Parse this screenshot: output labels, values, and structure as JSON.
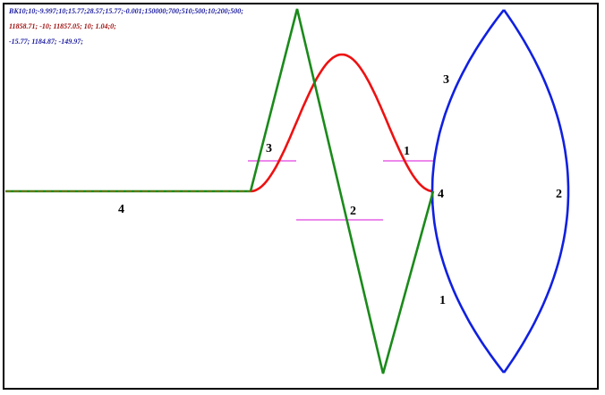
{
  "colors": {
    "header_line1": "#1a1aa0",
    "header_line2": "#a01010",
    "header_line3": "#1a1aa0",
    "red_curve": "#ee1111",
    "green_curve": "#1a8a1a",
    "blue_curve": "#1020e0",
    "magenta_lines": "#e040e0",
    "dashed_axis": "#8a6a10"
  },
  "header": {
    "line1": "BK10;10;-9.997;10;15.77;28.57;15.77;-0.001;150000;700;510;500;10;200;500;",
    "line2": "11858.71; -10; 11857.05; 10; 1.04;0;",
    "line3": "-15.77; 1184.87; -149.97;"
  },
  "labels": {
    "baseline": "4",
    "left_peak": "3",
    "middle": "2",
    "right_flank": "1",
    "lens_left": "4",
    "lens_right": "2",
    "lens_top": "3",
    "lens_bottom": "1"
  }
}
